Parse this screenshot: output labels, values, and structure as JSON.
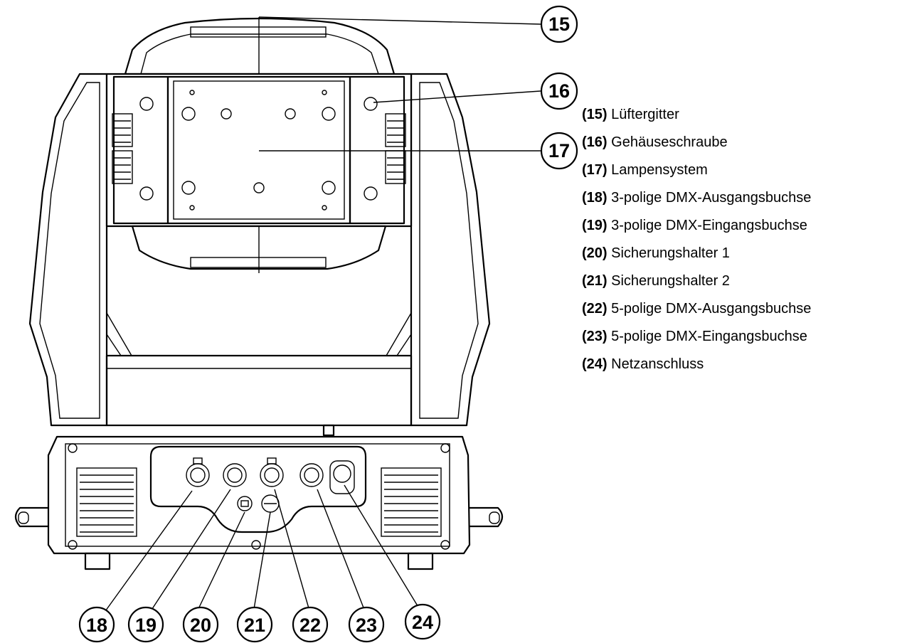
{
  "callouts": {
    "c15": "15",
    "c16": "16",
    "c17": "17",
    "c18": "18",
    "c19": "19",
    "c20": "20",
    "c21": "21",
    "c22": "22",
    "c23": "23",
    "c24": "24"
  },
  "legend": [
    {
      "num": "(15)",
      "label": "Lüftergitter"
    },
    {
      "num": "(16)",
      "label": "Gehäuseschraube"
    },
    {
      "num": "(17)",
      "label": "Lampensystem"
    },
    {
      "num": "(18)",
      "label": "3-polige DMX-Ausgangsbuchse"
    },
    {
      "num": "(19)",
      "label": "3-polige DMX-Eingangsbuchse"
    },
    {
      "num": "(20)",
      "label": "Sicherungshalter 1"
    },
    {
      "num": "(21)",
      "label": "Sicherungshalter 2"
    },
    {
      "num": "(22)",
      "label": "5-polige DMX-Ausgangsbuchse"
    },
    {
      "num": "(23)",
      "label": "5-polige DMX-Eingangsbuchse"
    },
    {
      "num": "(24)",
      "label": "Netzanschluss"
    }
  ]
}
